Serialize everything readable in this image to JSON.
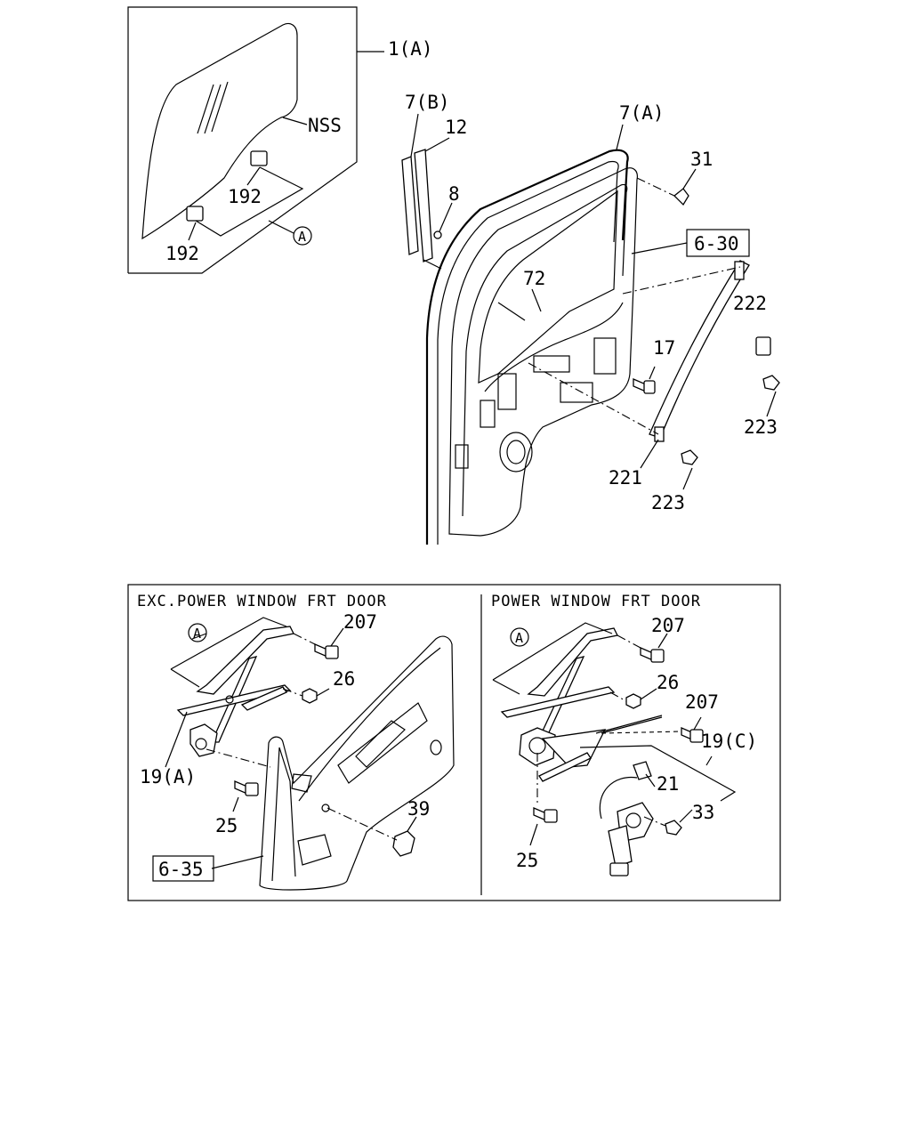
{
  "colors": {
    "ink": "#000000",
    "paper": "#ffffff"
  },
  "glass": {
    "label_1a": "1(A)",
    "label_nss": "NSS",
    "label_192_upper": "192",
    "label_192_lower": "192",
    "circle_a": "A"
  },
  "door": {
    "label_7b": "7(B)",
    "label_12": "12",
    "label_8": "8",
    "label_7a": "7(A)",
    "label_31": "31",
    "ref_6_30": "6-30",
    "label_72": "72",
    "label_222": "222",
    "label_17": "17",
    "label_223_upper": "223",
    "label_221": "221",
    "label_223_lower": "223"
  },
  "panel_left": {
    "header": "EXC.POWER WINDOW FRT DOOR",
    "circle_a": "A",
    "label_207": "207",
    "label_26": "26",
    "label_19a": "19(A)",
    "label_25": "25",
    "label_39": "39",
    "ref_6_35": "6-35"
  },
  "panel_right": {
    "header": "POWER WINDOW FRT DOOR",
    "circle_a": "A",
    "label_207_top": "207",
    "label_26": "26",
    "label_207_mid": "207",
    "label_19c": "19(C)",
    "label_21": "21",
    "label_33": "33",
    "label_25": "25"
  }
}
